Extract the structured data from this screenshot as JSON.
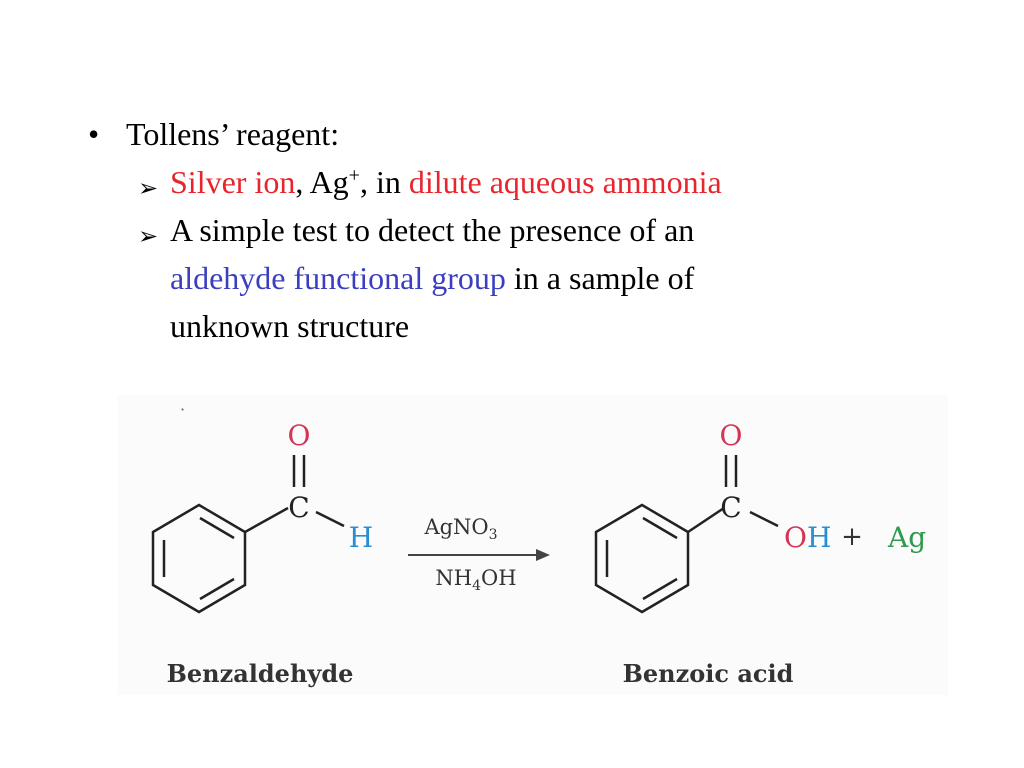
{
  "slide": {
    "bullet_char": "•",
    "line1": "Tollens’ reagent:",
    "arrow": "➢",
    "line2": {
      "p1": "Silver ion",
      "p2": ", Ag",
      "sup": "+",
      "p3": ", in ",
      "p4": "dilute aqueous ammonia"
    },
    "line3": "A simple test to detect the presence of an",
    "line4": {
      "p1": "aldehyde functional group",
      "p2": " in a sample of"
    },
    "line5": "unknown structure"
  },
  "reaction": {
    "dot": "·",
    "reactant": {
      "oxygen": "O",
      "carbon": "C",
      "hydrogen": "H",
      "name": "Benzaldehyde"
    },
    "reagent_top": {
      "a": "AgNO",
      "sub": "3"
    },
    "reagent_bottom": {
      "a": "NH",
      "sub": "4",
      "b": "OH"
    },
    "product": {
      "oxygen": "O",
      "carbon": "C",
      "oh_o": "O",
      "oh_h": "H",
      "name": "Benzoic acid"
    },
    "plus": "+",
    "silver": "Ag"
  },
  "colors": {
    "highlight_red": "#e8242c",
    "highlight_blue": "#3b3fbf",
    "oxygen": "#d63357",
    "hydrogen": "#2a8fd0",
    "silver": "#2e9b4e",
    "bond": "#222222"
  }
}
